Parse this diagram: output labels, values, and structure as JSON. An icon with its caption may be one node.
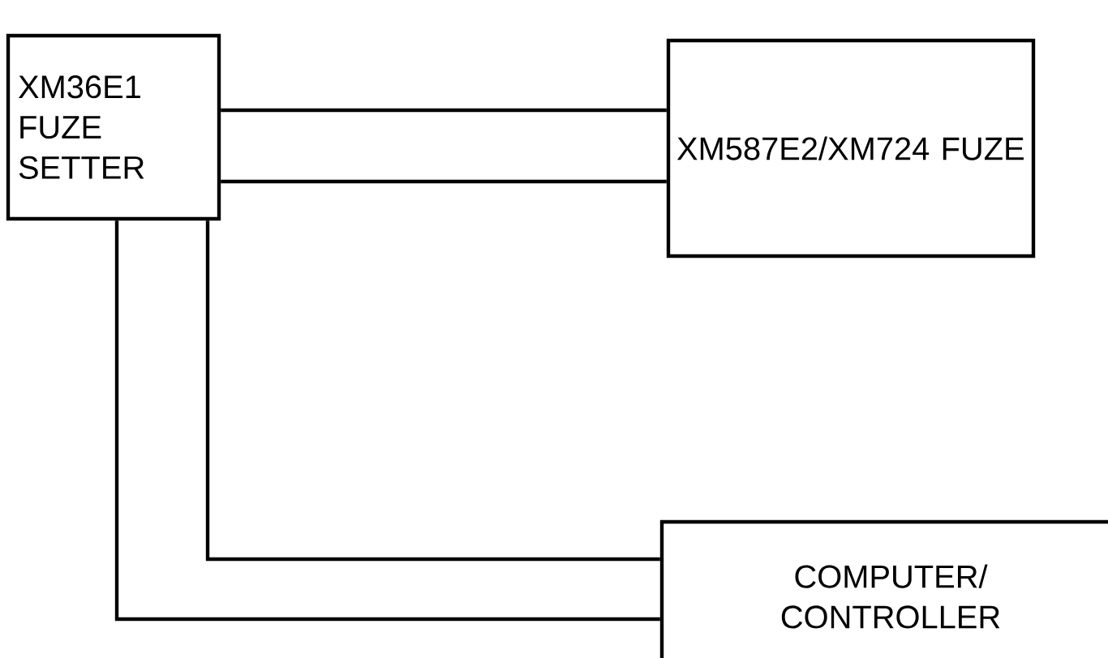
{
  "diagram": {
    "nodes": [
      {
        "text": [
          "XM36E1 FUZE SETTER"
        ]
      },
      {
        "text": [
          "XM587E2/XM724 FUZE"
        ]
      },
      {
        "text": [
          "COMPUTER/ CONTROLLER"
        ]
      }
    ],
    "edges": [
      {
        "from": 0,
        "to": 1,
        "arrow": "none"
      },
      {
        "from": 0,
        "to": 1,
        "arrow": "none"
      },
      {
        "from": 0,
        "to": 2,
        "arrow": "none"
      },
      {
        "from": 0,
        "to": 2,
        "arrow": "none"
      }
    ]
  }
}
